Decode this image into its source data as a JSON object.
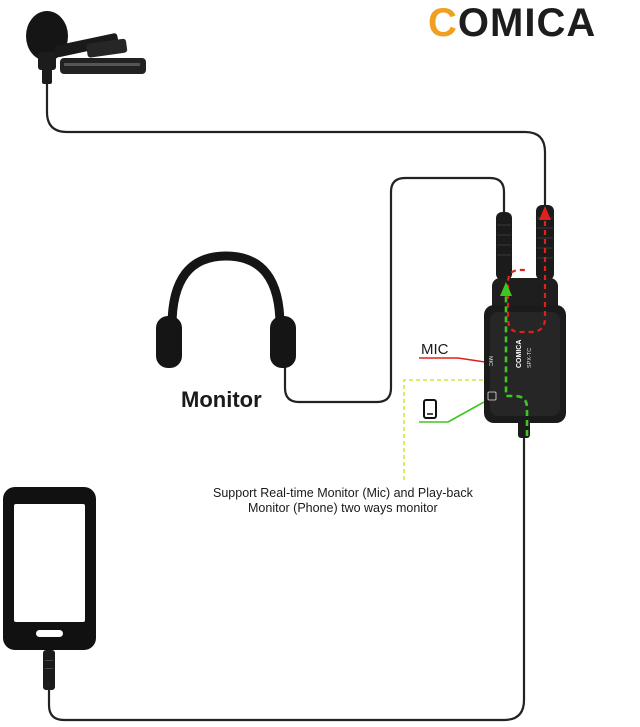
{
  "brand": {
    "logo_text": "COMICA",
    "accent_color": "#f0a020"
  },
  "labels": {
    "monitor": "Monitor",
    "mic": "MIC",
    "caption_line1": "Support Real-time Monitor (Mic) and Play-back",
    "caption_line2": "Monitor (Phone) two ways monitor"
  },
  "adapter": {
    "brand_text": "COMICA",
    "model_text": "SPX-TC",
    "side_label_mic": "MIC"
  },
  "colors": {
    "cable": "#222222",
    "mic_signal": "#e0201c",
    "monitor_signal": "#3ec71f",
    "phone_signal": "#d9e43a",
    "device_body": "#1b1b1b"
  },
  "icons": [
    "lavalier-mic-icon",
    "headphones-icon",
    "phone-icon",
    "adapter-icon"
  ]
}
